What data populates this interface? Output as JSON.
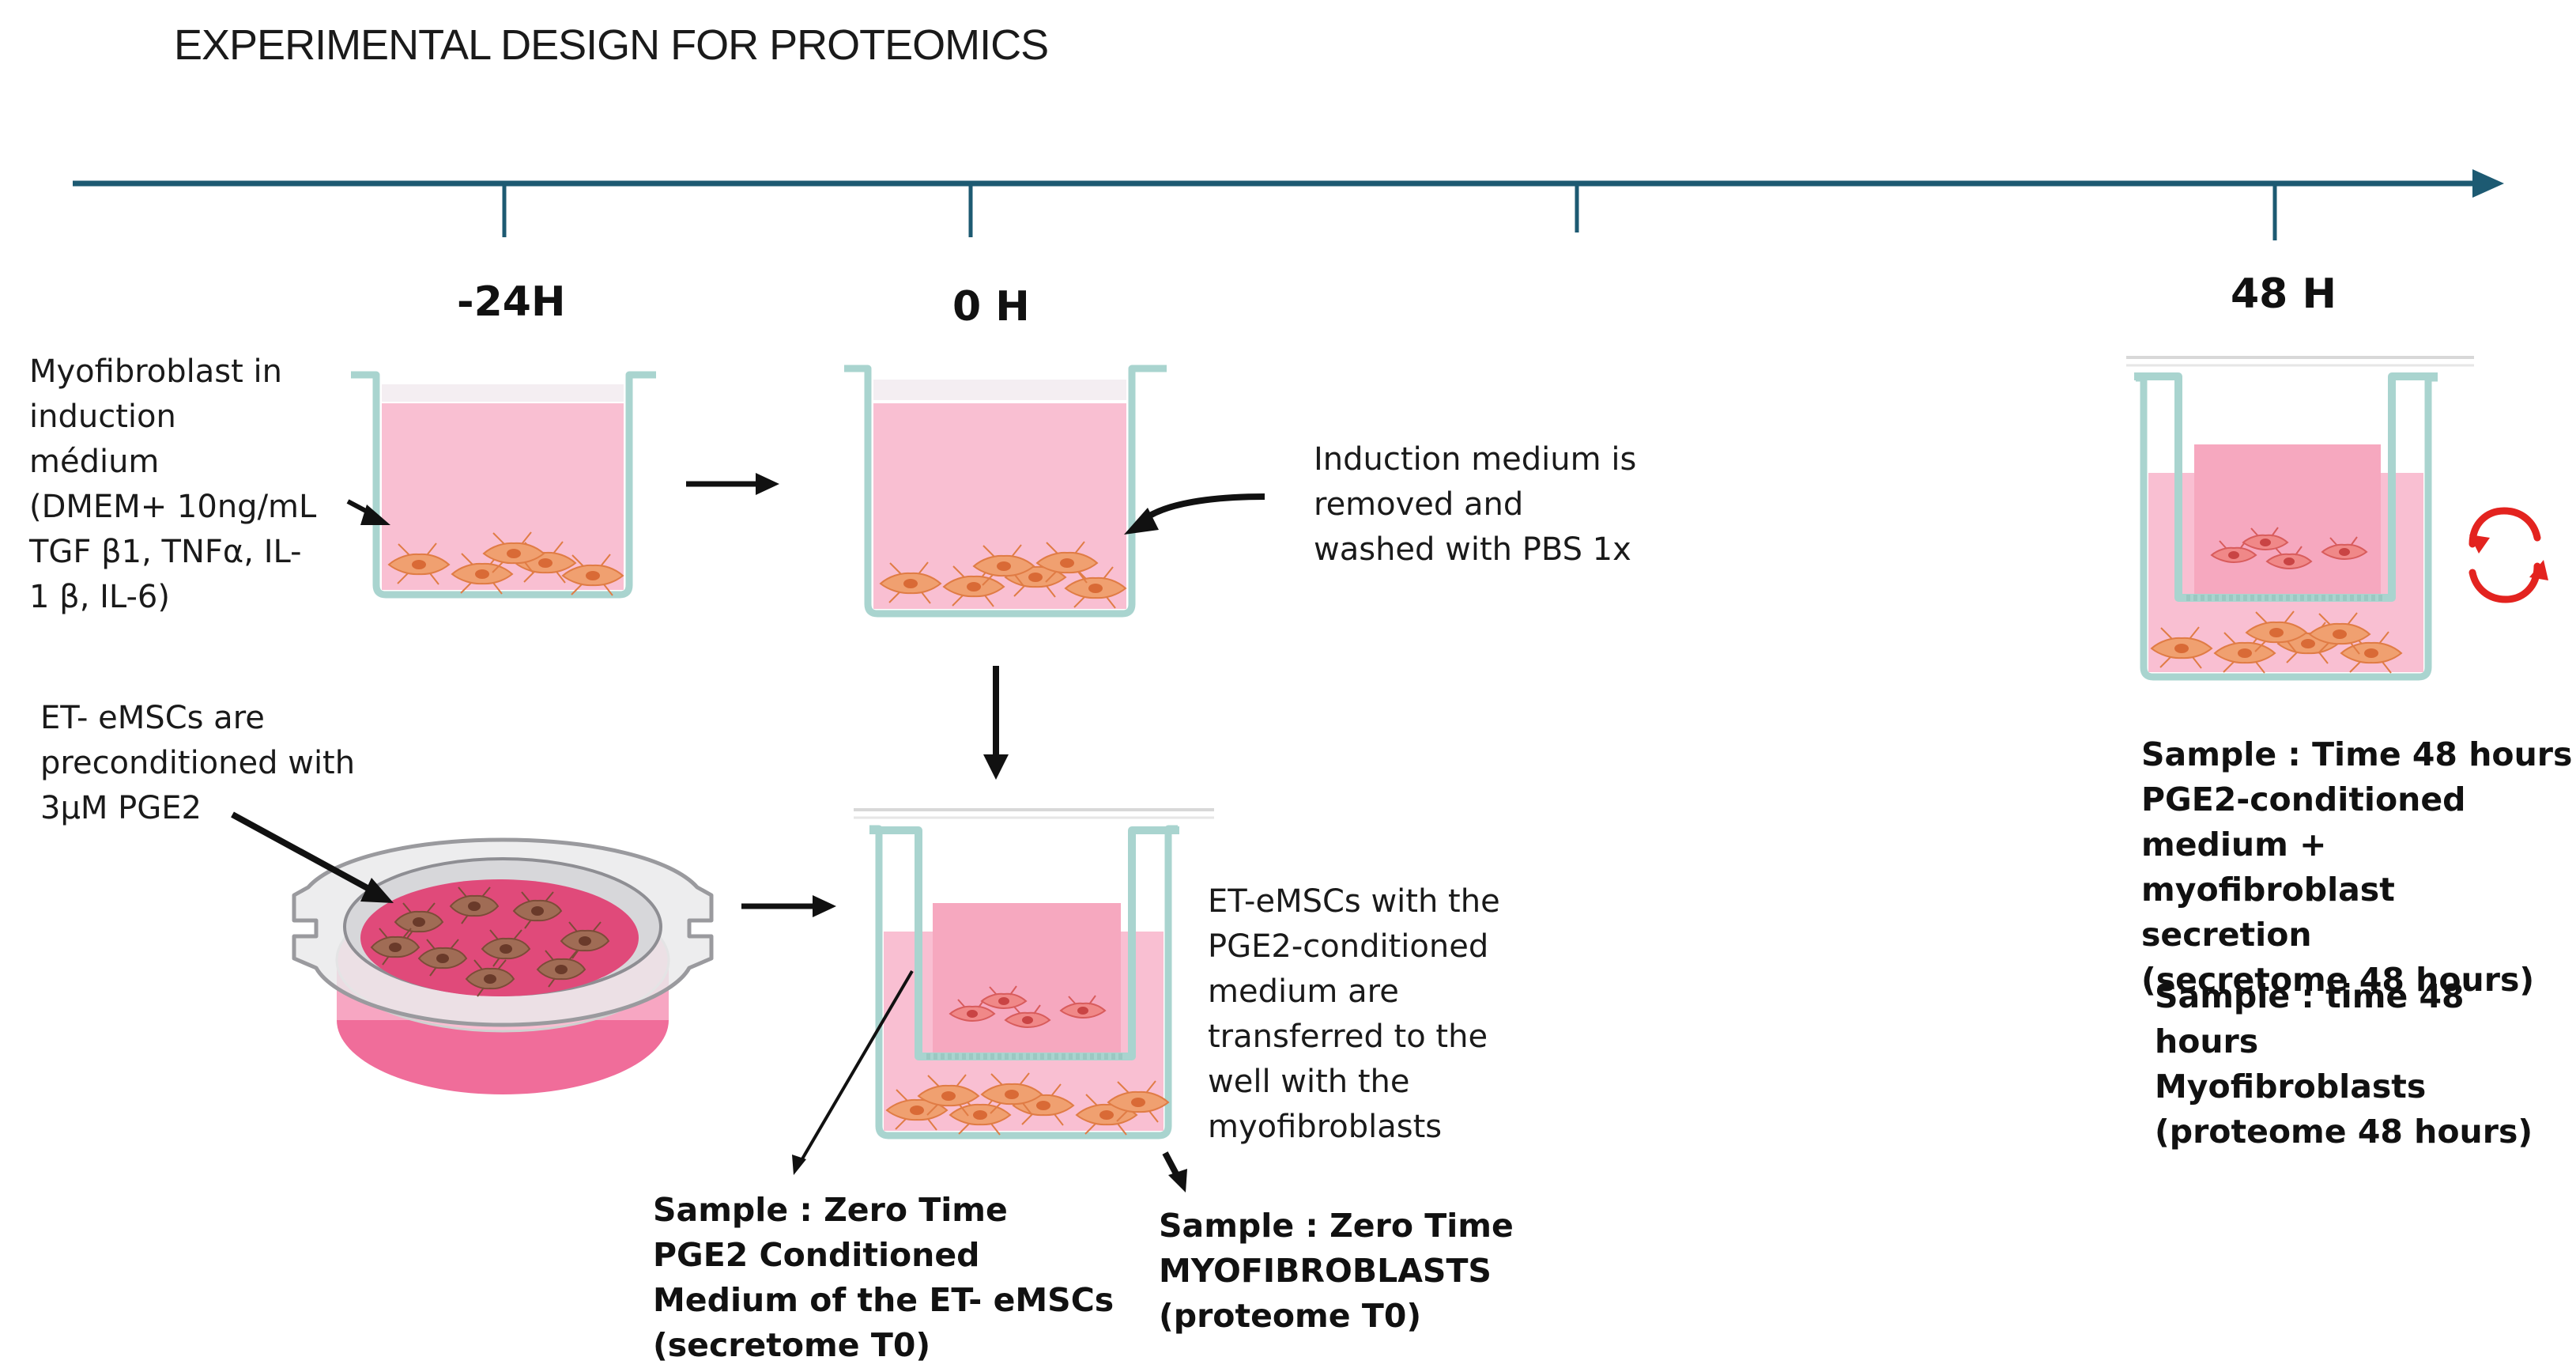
{
  "title": "EXPERIMENTAL DESIGN FOR PROTEOMICS",
  "timeline": {
    "labels": [
      "-24H",
      "0 H",
      "48 H"
    ]
  },
  "notes": {
    "myofibroblast_induction": "Myofibroblast in\ninduction\nmédium\n(DMEM+ 10ng/mL\nTGF β1, TNFα, IL-\n1 β, IL-6)",
    "induction_removed": "Induction medium is\nremoved and\nwashed with PBS 1x",
    "preconditioned": "ET- eMSCs are\npreconditioned with\n3µM PGE2",
    "transferred": "ET-eMSCs with the\nPGE2-conditioned\nmedium are\ntransferred to the\nwell with the\nmyofibroblasts"
  },
  "samples": {
    "secretome_t0": "Sample : Zero Time\nPGE2 Conditioned\nMedium of the ET- eMSCs\n(secretome T0)",
    "proteome_t0": "Sample : Zero Time\nMYOFIBROBLASTS\n(proteome T0)",
    "secretome_48": "Sample : Time 48 hours\nPGE2-conditioned\nmedium +\nmyofibroblast secretion\n(secretome 48 hours)",
    "proteome_48": "Sample : time 48\nhours\nMyofibroblasts\n(proteome 48 hours)"
  },
  "colors": {
    "timeline": "#1d5a72",
    "medium": "#f9bfd2",
    "well_outline": "#a9d4cf",
    "cells": "#f0a070",
    "msc_cells": "#9c6a54",
    "rotate_arrows": "#e3231f"
  },
  "icons": [
    "culture-well",
    "transwell-insert",
    "petri-dish",
    "rotate-arrows"
  ]
}
